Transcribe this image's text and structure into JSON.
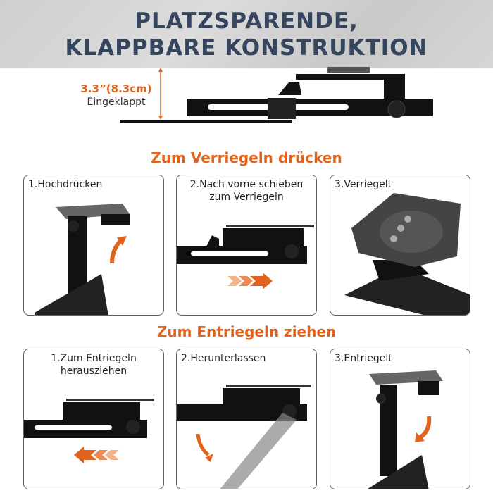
{
  "header": {
    "line1": "PLATZSPARENDE,",
    "line2": "KLAPPBARE KONSTRUKTION"
  },
  "dimension": {
    "value": "3.3”(8.3cm)",
    "label": "Eingeklappt"
  },
  "lock_section": {
    "title": "Zum Verriegeln drücken",
    "steps": [
      {
        "label": "1.Hochdrücken"
      },
      {
        "label": "2.Nach vorne schieben",
        "label2": "zum Verriegeln"
      },
      {
        "label": "3.Verriegelt"
      }
    ]
  },
  "unlock_section": {
    "title": "Zum Entriegeln ziehen",
    "steps": [
      {
        "label": "1.Zum Entriegeln",
        "label2": "herausziehen"
      },
      {
        "label": "2.Herunterlassen"
      },
      {
        "label": "3.Entriegelt"
      }
    ]
  },
  "colors": {
    "accent": "#e0641e",
    "title": "#35455e",
    "border": "#5a6270"
  }
}
